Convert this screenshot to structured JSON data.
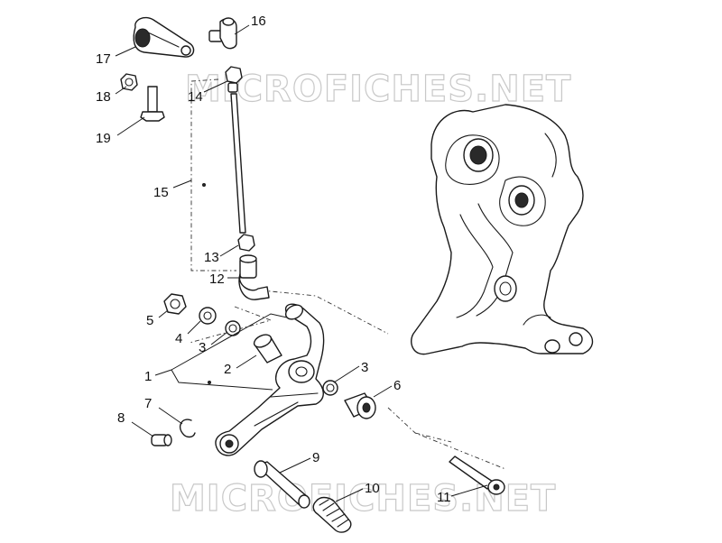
{
  "watermark": "MICROFICHES.NET",
  "callouts": {
    "c1": "1",
    "c2": "2",
    "c3a": "3",
    "c3b": "3",
    "c4": "4",
    "c5": "5",
    "c6": "6",
    "c7": "7",
    "c8": "8",
    "c9": "9",
    "c10": "10",
    "c11": "11",
    "c12": "12",
    "c13": "13",
    "c14": "14",
    "c15": "15",
    "c16": "16",
    "c17": "17",
    "c18": "18",
    "c19": "19"
  },
  "colors": {
    "line": "#1a1a1a",
    "watermark_stroke": "#c8c8c8",
    "background": "#ffffff"
  }
}
